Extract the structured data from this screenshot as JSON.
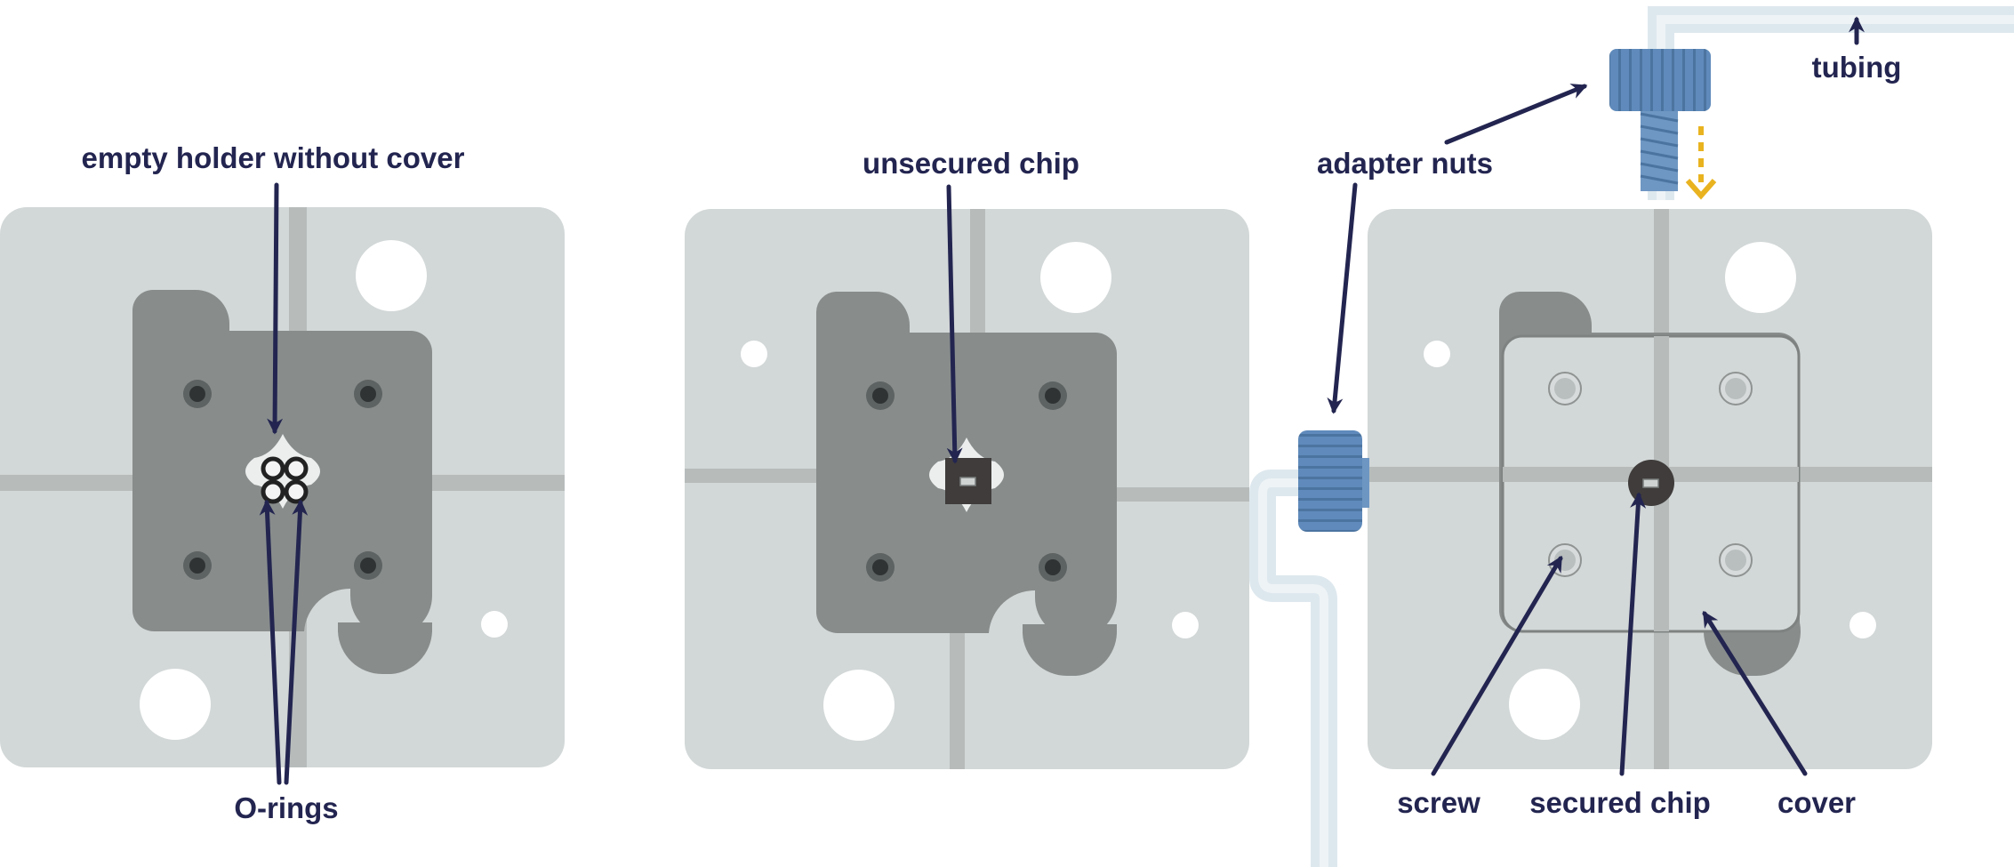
{
  "labels": {
    "empty_holder": "empty holder without cover",
    "o_rings": "O-rings",
    "unsecured_chip": "unsecured chip",
    "adapter_nuts": "adapter nuts",
    "tubing": "tubing",
    "screw": "screw",
    "secured_chip": "secured chip",
    "cover": "cover"
  },
  "colors": {
    "plate": "#d2d7d7",
    "groove": "#b7bcbb",
    "holder": "#888d8c",
    "arrow": "#232550",
    "nut": "#5b86b4",
    "tube": "#dde8ee",
    "insertion_arrow": "#e9b320"
  }
}
